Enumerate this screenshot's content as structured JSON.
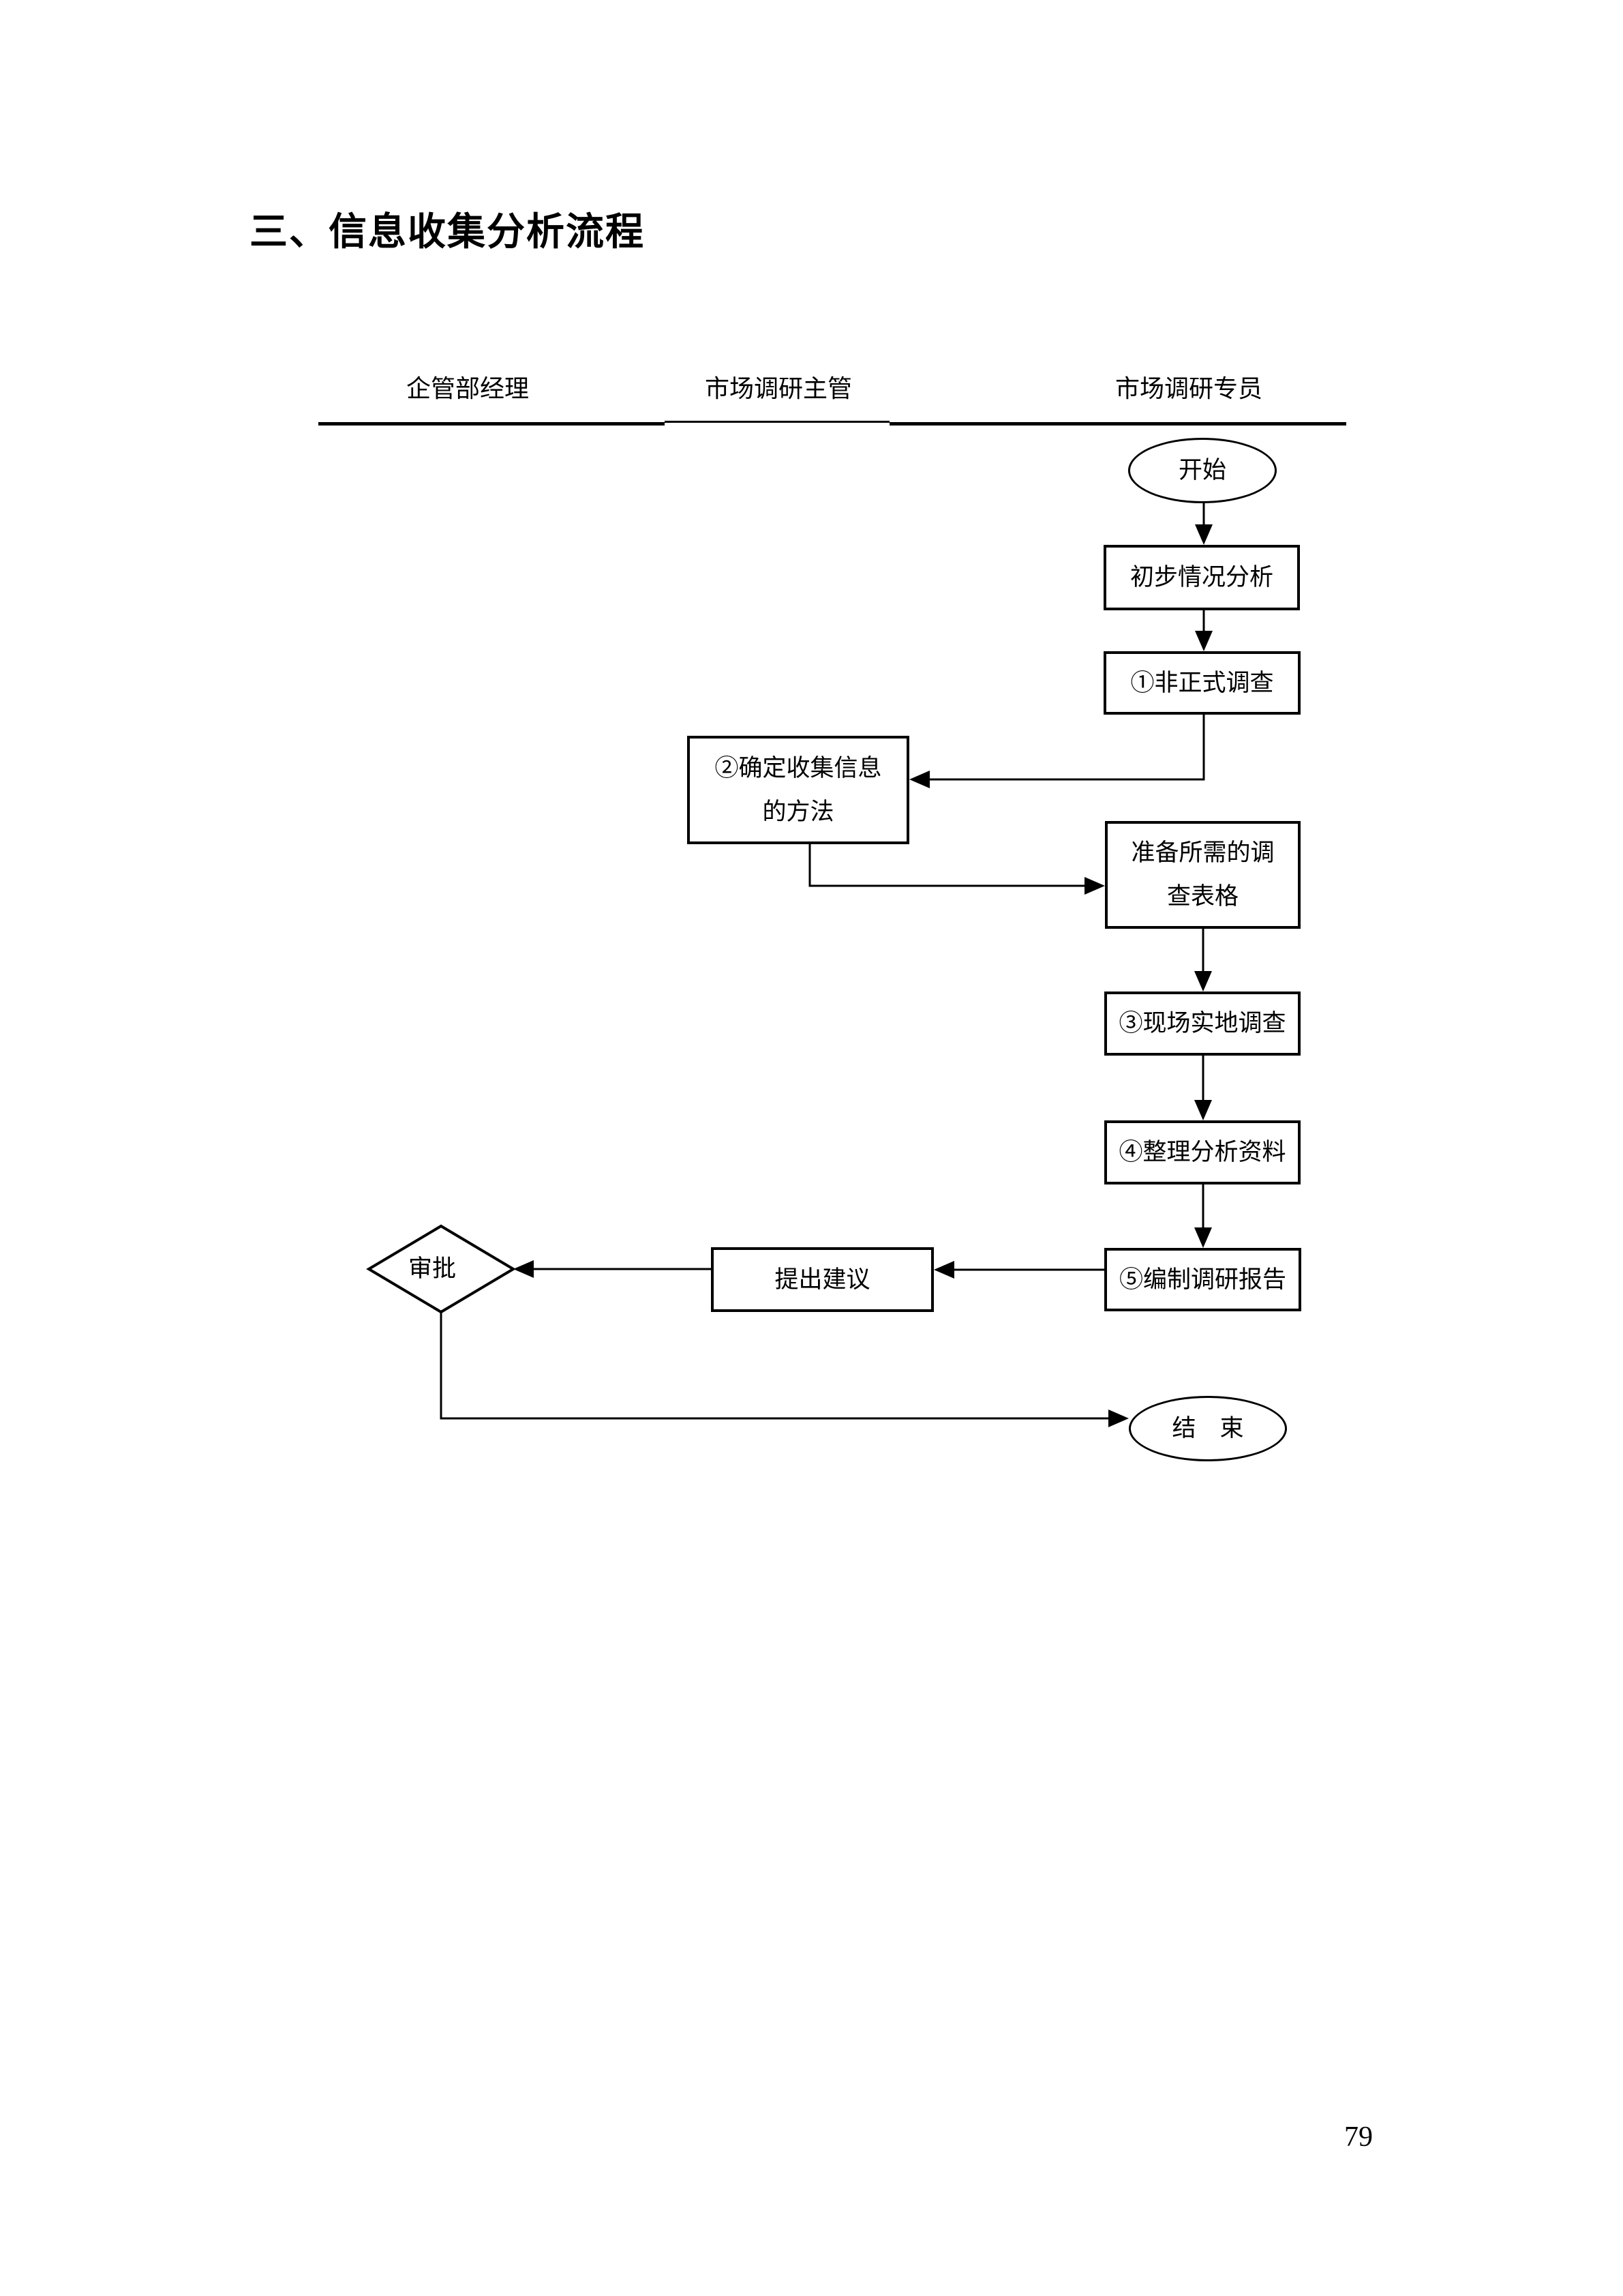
{
  "page": {
    "background": "#ffffff",
    "ink": "#000000",
    "number": "79"
  },
  "title": "三、信息收集分析流程",
  "columns": [
    {
      "label": "企管部经理"
    },
    {
      "label": "市场调研主管"
    },
    {
      "label": "市场调研专员"
    }
  ],
  "flowchart": {
    "start_label": "开始",
    "end_label": "结　束",
    "nodes": {
      "preliminary_analysis": "初步情况分析",
      "informal_survey": "①非正式调查",
      "determine_method_line1": "②确定收集信息",
      "determine_method_line2": "的方法",
      "prepare_forms_line1": "准备所需的调",
      "prepare_forms_line2": "查表格",
      "field_survey": "③现场实地调查",
      "organize_data": "④整理分析资料",
      "compile_report": "⑤编制调研报告",
      "propose_suggestions": "提出建议",
      "approval": "审批"
    }
  }
}
